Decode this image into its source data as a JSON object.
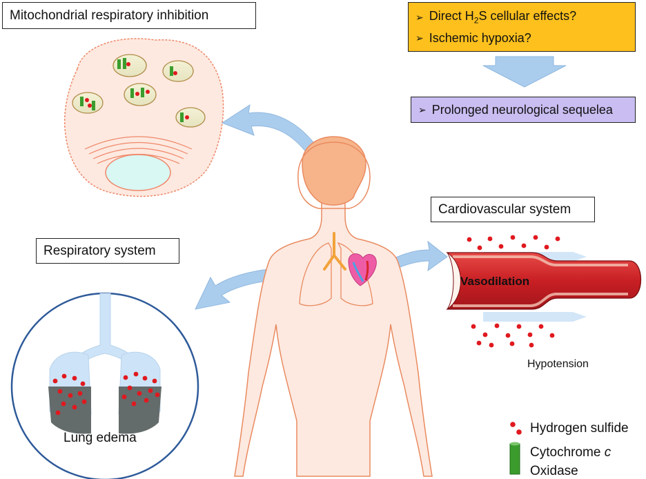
{
  "labels": {
    "mitochondrial": "Mitochondrial respiratory inhibition",
    "respiratory": "Respiratory system",
    "cardiovascular": "Cardiovascular system"
  },
  "effects_box": {
    "item1_prefix": "Direct H",
    "item1_sub": "2",
    "item1_suffix": "S cellular effects?",
    "item2": "Ischemic hypoxia?"
  },
  "sequelae_box": {
    "item": "Prolonged neurological sequelea"
  },
  "vessel": {
    "label": "Vasodilation",
    "effect": "Hypotension"
  },
  "lung": {
    "label": "Lung edema"
  },
  "legend": {
    "h2s": "Hydrogen sulfide",
    "cytochrome_prefix": "Cytochrome ",
    "cytochrome_italic": "c",
    "cytochrome_line2": "Oxidase"
  },
  "colors": {
    "effects_fill": "#fdc01d",
    "sequelae_fill": "#c9bdf1",
    "h2s_dot": "#e0191f",
    "cytochrome": "#3b9c2d",
    "vessel": "#d6262b",
    "body_outline": "#e98a5f",
    "brain": "#f7b48a",
    "arrow": "#aacdee",
    "lung_edema": "#646b6b"
  }
}
